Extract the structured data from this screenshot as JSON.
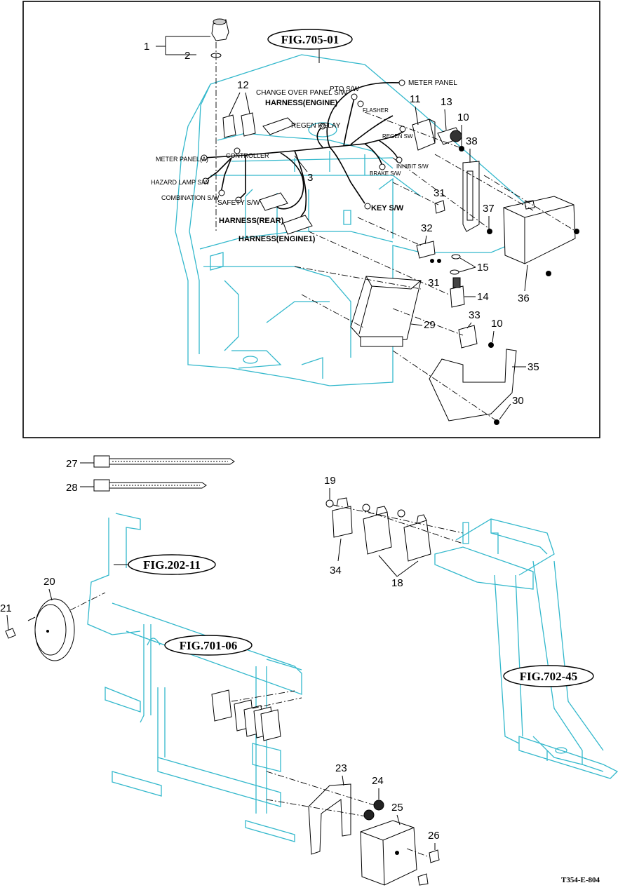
{
  "figures": {
    "main": "FIG.705-01",
    "ref_202": "FIG.202-11",
    "ref_701": "FIG.701-06",
    "ref_702": "FIG.702-45"
  },
  "drawing_code": "T354-E-804",
  "connector_labels": {
    "meter_panel": "METER PANEL",
    "change_over": "CHANGE OVER PANEL S/W",
    "pto": "PTO S/W",
    "harness_engine": "HARNESS(ENGINE)",
    "flasher": "FLASHER",
    "regen_relay": "REGEN RELAY",
    "regen_sw": "REGEN SW",
    "inhibit": "INHIBIT S/W",
    "brake": "BRAKE S/W",
    "controller": "CONTROLLER",
    "meter_panel_a": "METER PANEL(A)",
    "hazard": "HAZARD LAMP S/W",
    "combination": "COMBINATION  S/W",
    "safety": "SAFETY S/W",
    "key": "KEY S/W",
    "harness_rear": "HARNESS(REAR)",
    "harness_engine1": "HARNESS(ENGINE1)"
  },
  "part_numbers": {
    "p1": "1",
    "p2": "2",
    "p3": "3",
    "p10a": "10",
    "p10b": "10",
    "p11": "11",
    "p12": "12",
    "p13": "13",
    "p14": "14",
    "p15": "15",
    "p18": "18",
    "p19": "19",
    "p20": "20",
    "p21": "21",
    "p23": "23",
    "p24": "24",
    "p25": "25",
    "p26": "26",
    "p27": "27",
    "p28": "28",
    "p29": "29",
    "p30": "30",
    "p31a": "31",
    "p31b": "31",
    "p32": "32",
    "p33": "33",
    "p34": "34",
    "p35": "35",
    "p36": "36",
    "p37": "37",
    "p38": "38"
  }
}
